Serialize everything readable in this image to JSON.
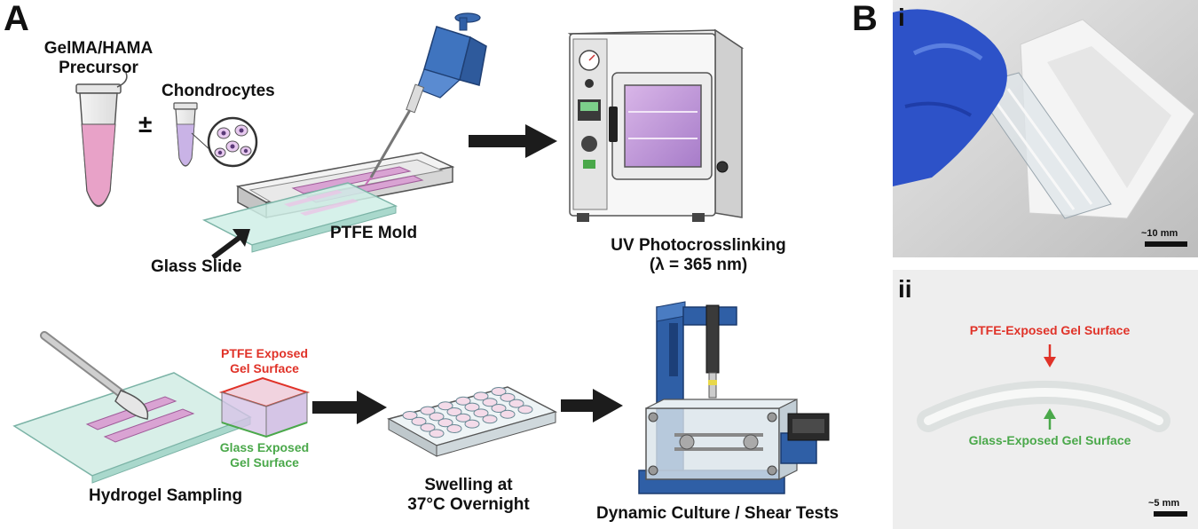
{
  "panels": {
    "a": "A",
    "b": "B",
    "i": "i",
    "ii": "ii"
  },
  "labels": {
    "precursor": [
      "GelMA/HAMA",
      "Precursor"
    ],
    "plus_minus": "±",
    "chondrocytes": "Chondrocytes",
    "ptfe_mold": "PTFE Mold",
    "glass_slide": "Glass Slide",
    "uv": [
      "UV Photocrosslinking",
      "(λ = 365 nm)"
    ],
    "ptfe_exposed": [
      "PTFE Exposed",
      "Gel Surface"
    ],
    "glass_exposed": [
      "Glass Exposed",
      "Gel Surface"
    ],
    "hydrogel_sampling": "Hydrogel Sampling",
    "swelling": [
      "Swelling at",
      "37°C Overnight"
    ],
    "dynamic": "Dynamic Culture / Shear Tests",
    "photo_ii_ptfe": "PTFE-Exposed Gel Surface",
    "photo_ii_glass": "Glass-Exposed Gel Surface",
    "scale_i": "~10 mm",
    "scale_ii": "~5 mm"
  },
  "colors": {
    "pink": "#e7a6cf",
    "magenta": "#c86fb8",
    "glass": "#d8efea",
    "red": "#e03228",
    "green": "#4aa84a",
    "blue": "#2f5fa6",
    "arrow": "#1c1c1c"
  },
  "icons": [
    "eppendorf-tube-icon",
    "pipette-icon",
    "ptfe-mold-icon",
    "glass-slide-icon",
    "uv-oven-icon",
    "scalpel-icon",
    "gel-cube-icon",
    "well-plate-icon",
    "bioreactor-icon",
    "process-arrow-icon"
  ]
}
